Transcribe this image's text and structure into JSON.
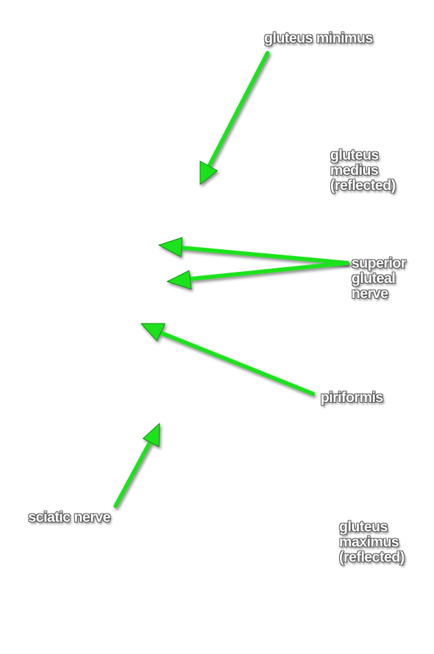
{
  "labels": {
    "gluteus_minimus": "gluteus minimus",
    "gluteus_medius": "gluteus\nmedius\n(reflected)",
    "superior_gluteal_nerve": "superior\ngluteal\nnerve",
    "piriformis": "piriformis",
    "sciatic_nerve": "sciatic nerve",
    "gluteus_maximus": "gluteus\nmaximus\n(reflected)"
  },
  "colors": {
    "arrow": "#1fe21f",
    "label_text": "#ffffff",
    "label_outline": "#555555",
    "background": "#ffffff"
  }
}
